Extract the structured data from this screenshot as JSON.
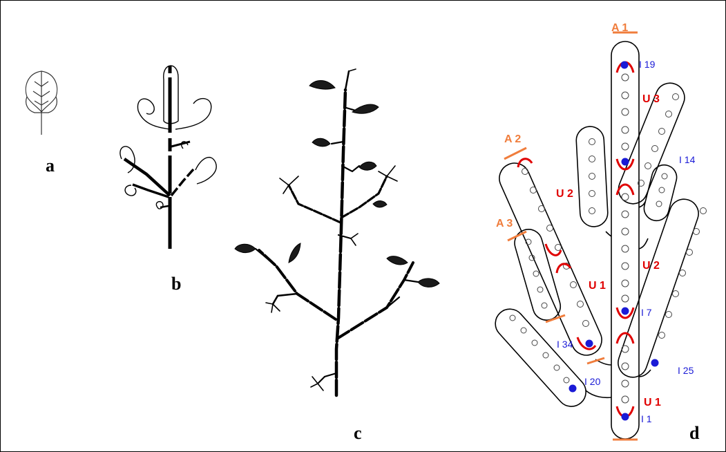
{
  "panels": {
    "a": "a",
    "b": "b",
    "c": "c",
    "d": "d"
  },
  "axis_labels": {
    "a1": "A 1",
    "a2": "A 2",
    "a3": "A 3"
  },
  "unit_labels": {
    "u3": "U 3",
    "u2_left": "U 2",
    "u2_right": "U 2",
    "u1_left": "U 1",
    "u1_right": "U 1"
  },
  "node_labels": {
    "i19": "I 19",
    "i14": "I 14",
    "i7": "I 7",
    "i34": "I 34",
    "i25": "I 25",
    "i20": "I 20",
    "i1": "I 1"
  },
  "colors": {
    "axis_label": "#f07d3c",
    "unit_label": "#e00000",
    "node_label": "#1a1ad6",
    "node_dot": "#1a1ad6",
    "line": "#000000"
  }
}
